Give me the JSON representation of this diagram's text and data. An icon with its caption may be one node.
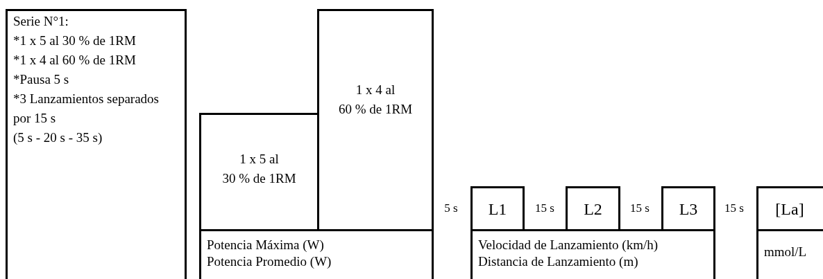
{
  "diagram": {
    "nodes": [
      {
        "text": [
          "Serie N°1:",
          "*1 x 5 al 30 % de 1RM",
          "*1 x 4 al 60 % de 1RM",
          "*Pausa 5 s",
          "*3 Lanzamientos separados por 15 s",
          "(5 s - 20 s - 35 s)"
        ]
      },
      {
        "text": [
          "1 x 5 al",
          "30 % de 1RM"
        ]
      },
      {
        "text": [
          "1 x 4 al",
          "60 % de 1RM"
        ]
      },
      {
        "text": [
          "Potencia Máxima (W)",
          "Potencia Promedio (W)"
        ]
      },
      {
        "text": [
          "L1"
        ]
      },
      {
        "text": [
          "L2"
        ]
      },
      {
        "text": [
          "L3"
        ]
      },
      {
        "text": [
          "[La]"
        ]
      },
      {
        "text": [
          "Velocidad de Lanzamiento (km/h)",
          "Distancia de Lanzamiento (m)"
        ]
      },
      {
        "text": [
          "mmol/L"
        ]
      }
    ],
    "labels": [
      "5 s",
      "15 s",
      "15 s",
      "15 s"
    ]
  }
}
